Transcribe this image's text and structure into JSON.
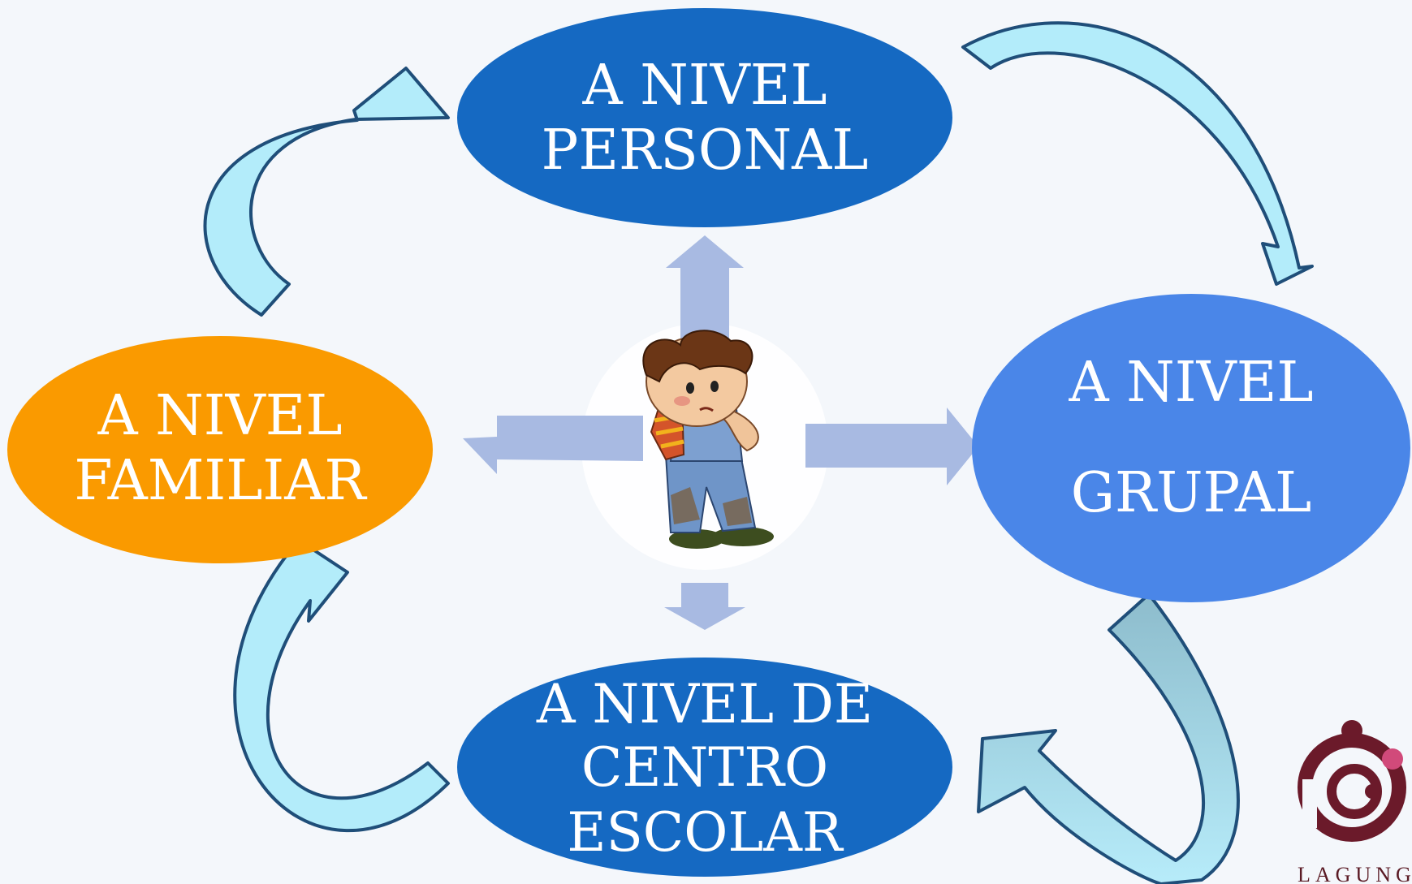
{
  "nodes": {
    "personal": {
      "line1": "A NIVEL",
      "line2": "PERSONAL"
    },
    "familiar": {
      "line1": "A NIVEL",
      "line2": "FAMILIAR"
    },
    "grupal": {
      "line1": "A NIVEL",
      "line2": "GRUPAL"
    },
    "escolar": {
      "line1": "A NIVEL DE",
      "line2": "CENTRO",
      "line3": "ESCOLAR"
    }
  },
  "center_image": "cartoon-boy-thinking",
  "logo": {
    "text": "LAGUNG"
  },
  "colors": {
    "background": "#f4f7fb",
    "node_dark_blue": "#1569c2",
    "node_light_blue": "#4a86e8",
    "node_orange": "#fa9a00",
    "curved_arrow_fill": "#b3ecfa",
    "curved_arrow_stroke": "#1f4e79",
    "straight_arrow_fill": "#a8bae2",
    "logo_color": "#6b1a2a"
  }
}
